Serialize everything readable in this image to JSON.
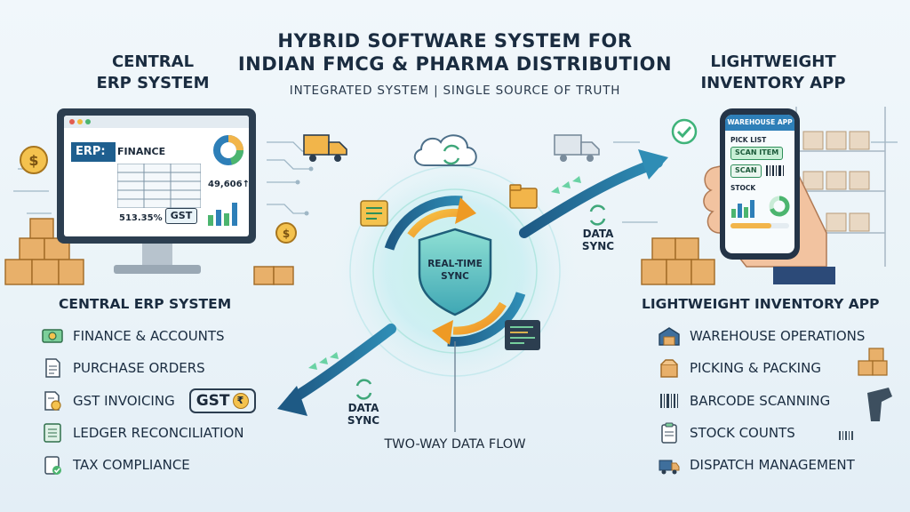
{
  "title": {
    "line1": "HYBRID SOFTWARE SYSTEM FOR",
    "line2": "INDIAN FMCG & PHARMA DISTRIBUTION",
    "subtitle": "INTEGRATED SYSTEM | SINGLE SOURCE OF TRUTH"
  },
  "left": {
    "header_line1": "CENTRAL",
    "header_line2": "ERP SYSTEM",
    "screen": {
      "erp_tag": "ERP:",
      "section": "FINANCE",
      "value1": "49,606↑",
      "value2": "513.35%",
      "gst_badge": "GST"
    },
    "list_title": "CENTRAL ERP SYSTEM",
    "features": [
      "FINANCE & ACCOUNTS",
      "PURCHASE ORDERS",
      "GST INVOICING",
      "LEDGER RECONCILIATION",
      "TAX COMPLIANCE"
    ],
    "gst_badge": "GST"
  },
  "right": {
    "header_line1": "LIGHTWEIGHT",
    "header_line2": "INVENTORY APP",
    "phone": {
      "header": "WAREHOUSE APP",
      "pick_list": "PICK LIST",
      "scan_item": "SCAN ITEM",
      "scan": "SCAN",
      "stock": "STOCK"
    },
    "list_title": "LIGHTWEIGHT INVENTORY APP",
    "features": [
      "WAREHOUSE OPERATIONS",
      "PICKING & PACKING",
      "BARCODE SCANNING",
      "STOCK COUNTS",
      "DISPATCH MANAGEMENT"
    ]
  },
  "center": {
    "shield_line1": "REAL-TIME",
    "shield_line2": "SYNC",
    "sync_right_1": "DATA",
    "sync_right_2": "SYNC",
    "sync_left_1": "DATA",
    "sync_left_2": "SYNC",
    "flow_label": "TWO-WAY DATA FLOW"
  },
  "colors": {
    "arrow_teal": "#1d5f86",
    "arrow_orange": "#f0a02a",
    "sync_green": "#59c78a",
    "accent_blue": "#2e7fb8"
  },
  "icons": [
    "coin-icon",
    "truck-icon",
    "cloud-sync-icon",
    "folder-icon",
    "shield-icon",
    "check-circle-icon",
    "boxes-icon",
    "warehouse-icon",
    "package-icon",
    "barcode-icon",
    "clipboard-icon",
    "delivery-truck-icon",
    "money-icon",
    "document-icon",
    "invoice-icon",
    "ledger-icon",
    "tax-icon"
  ]
}
